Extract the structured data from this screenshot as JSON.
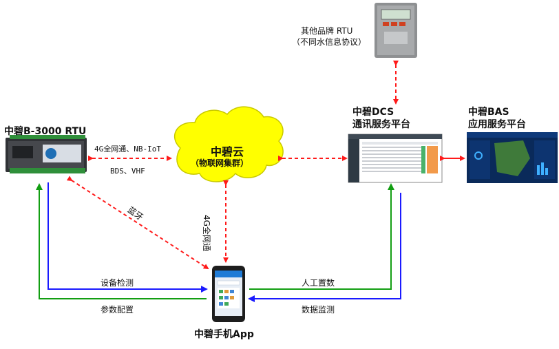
{
  "nodes": {
    "rtu": {
      "title": "中碧B-3000 RTU"
    },
    "cloud": {
      "title": "中碧云",
      "subtitle": "（物联网集群）"
    },
    "dcs": {
      "title_line1": "中碧DCS",
      "title_line2": "通讯服务平台"
    },
    "bas": {
      "title_line1": "中碧BAS",
      "title_line2": "应用服务平台"
    },
    "other_rtu": {
      "title_line1": "其他品牌 RTU",
      "title_line2": "（不同水信息协议）"
    },
    "app": {
      "title": "中碧手机App"
    }
  },
  "links": {
    "rtu_cloud_top": "4G全网通、NB-IoT",
    "rtu_cloud_bottom": "BDS、VHF",
    "bluetooth": "蓝牙",
    "cloud_app": "4G全网通",
    "rtu_to_app_detect": "设备检测",
    "app_to_rtu_config": "参数配置",
    "app_to_dcs_manual": "人工置数",
    "dcs_to_app_monitor": "数据监测"
  },
  "colors": {
    "dashed_arrow": "#ff1a1a",
    "blue_line": "#1a1aff",
    "green_line": "#129e12",
    "cloud_fill": "#ffff00",
    "cloud_stroke": "#c8c800"
  }
}
